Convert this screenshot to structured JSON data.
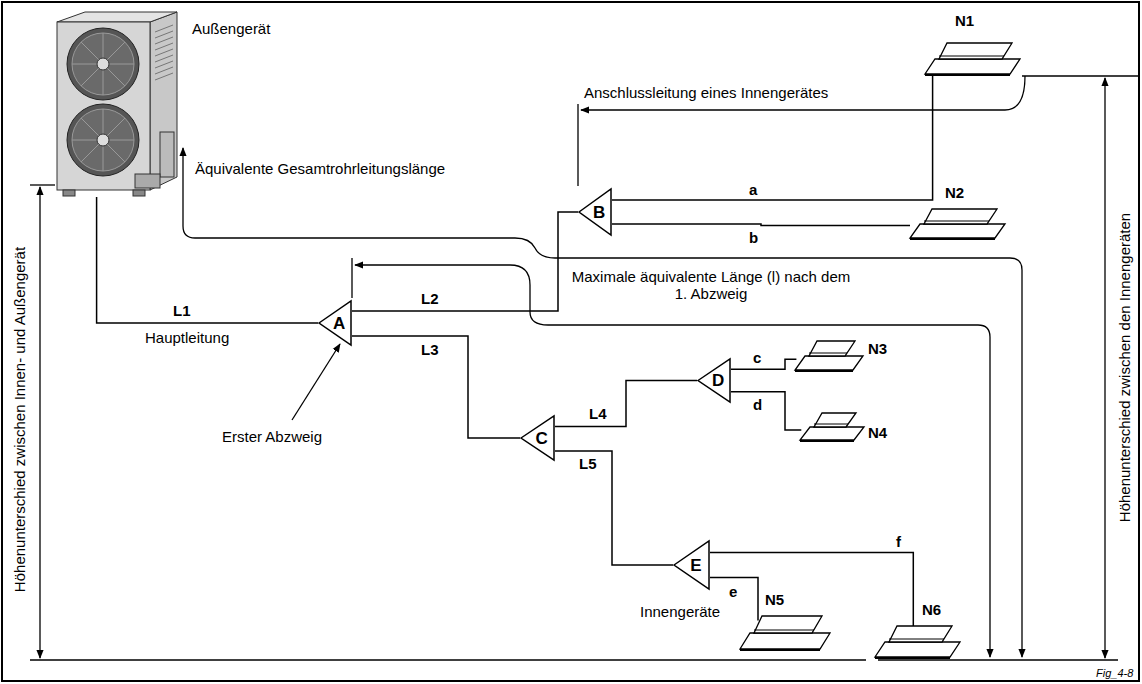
{
  "diagram": {
    "nodes": [
      {
        "text": [
          "Außengerät"
        ]
      },
      {
        "text": [
          "N1"
        ]
      },
      {
        "text": [
          "B"
        ]
      },
      {
        "text": [
          "N2"
        ]
      },
      {
        "text": [
          "A"
        ]
      },
      {
        "text": [
          "C"
        ]
      },
      {
        "text": [
          "D"
        ]
      },
      {
        "text": [
          "N3"
        ]
      },
      {
        "text": [
          "N4"
        ]
      },
      {
        "text": [
          "E"
        ]
      },
      {
        "text": [
          "N5"
        ]
      },
      {
        "text": [
          "N6"
        ]
      }
    ],
    "edges": [
      {
        "from": 0,
        "to": 4,
        "arrow": "none",
        "label": "L1"
      },
      {
        "from": 4,
        "to": 2,
        "arrow": "none",
        "label": "L2"
      },
      {
        "from": 4,
        "to": 5,
        "arrow": "none",
        "label": "L3"
      },
      {
        "from": 2,
        "to": 1,
        "arrow": "none",
        "label": "a"
      },
      {
        "from": 2,
        "to": 3,
        "arrow": "none",
        "label": "b"
      },
      {
        "from": 5,
        "to": 6,
        "arrow": "none",
        "label": "L4"
      },
      {
        "from": 5,
        "to": 9,
        "arrow": "none",
        "label": "L5"
      },
      {
        "from": 6,
        "to": 7,
        "arrow": "none",
        "label": "c"
      },
      {
        "from": 6,
        "to": 8,
        "arrow": "none",
        "label": "d"
      },
      {
        "from": 9,
        "to": 10,
        "arrow": "none",
        "label": "e"
      },
      {
        "from": 9,
        "to": 11,
        "arrow": "none",
        "label": "f"
      }
    ],
    "labels": [
      "Anschlussleitung eines Innengerätes",
      "Äquivalente Gesamtrohrleitungslänge",
      "Maximale äquivalente Länge (l) nach dem 1. Abzweig",
      "Hauptleitung",
      "Erster Abzweig",
      "Innengeräte",
      "Höhenunterschied zwischen Innen- und Außengerät",
      "Höhenunterschied zwischen den Innengeräten",
      "Fig_4-8"
    ]
  }
}
